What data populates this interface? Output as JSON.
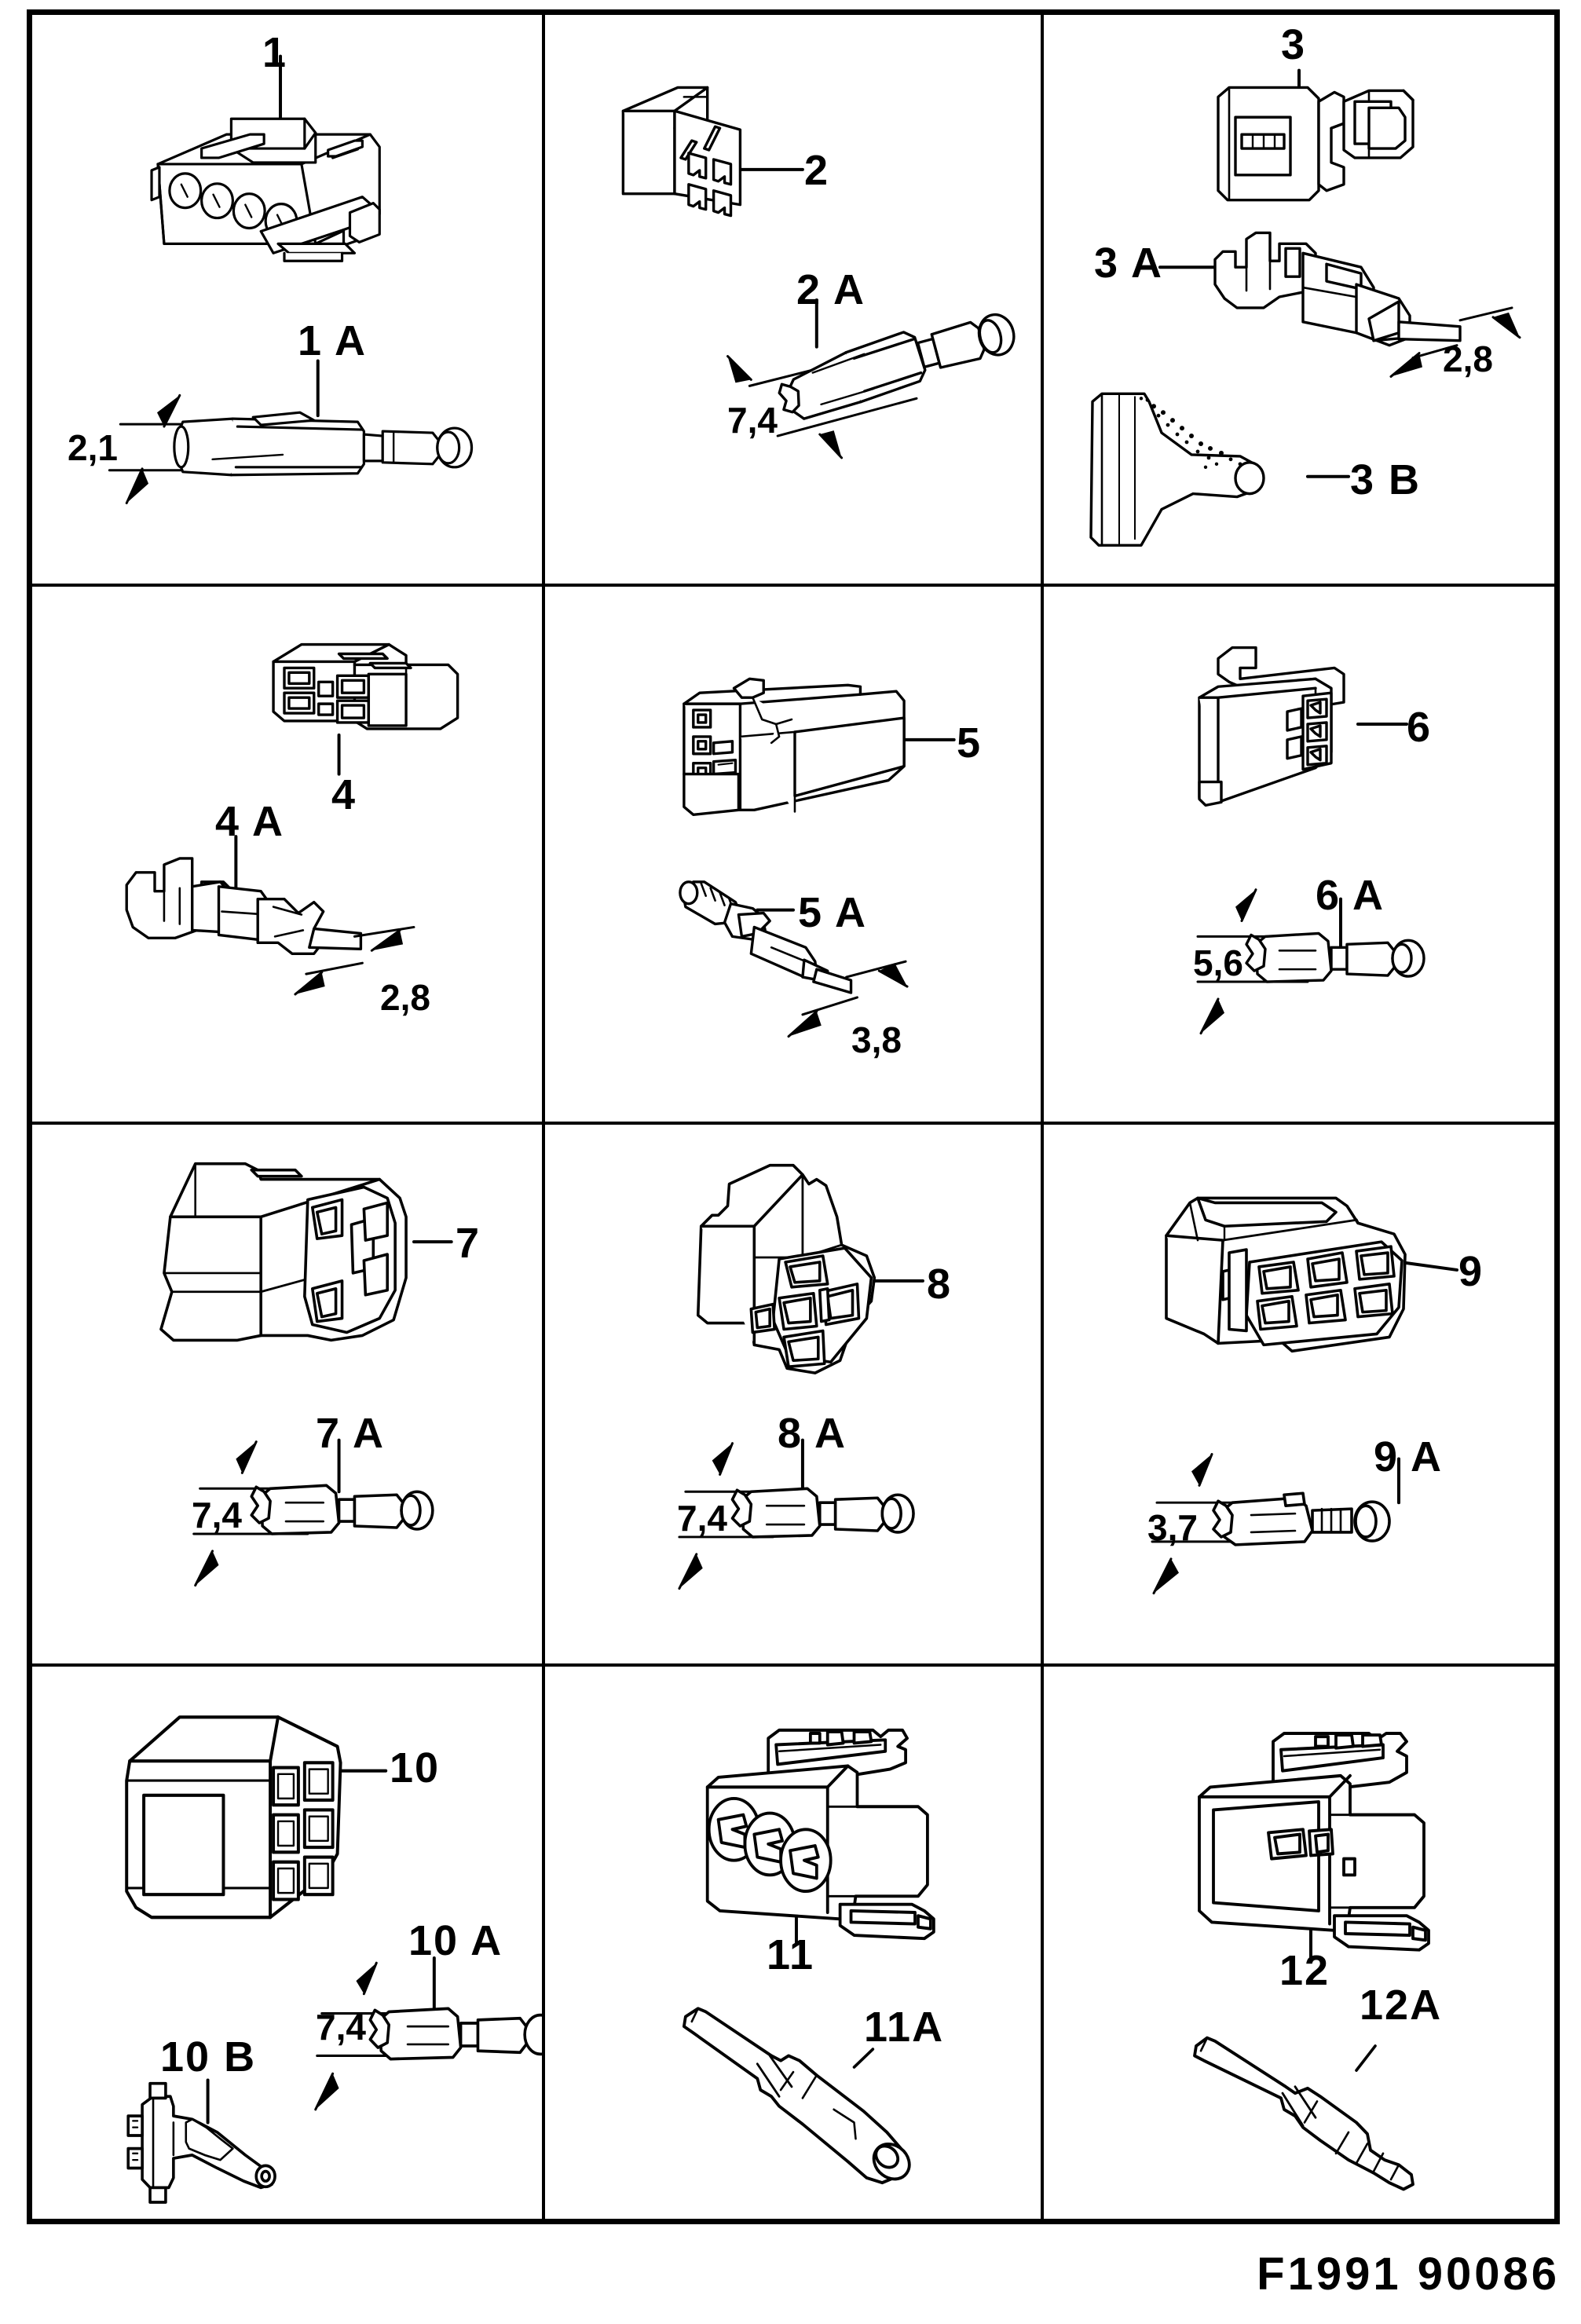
{
  "plate": {
    "footer_code": "F1991  90086",
    "columns": 3,
    "rows": 4,
    "line_color": "#000000",
    "background": "#ffffff"
  },
  "cells": [
    {
      "id": "cell-1",
      "row": 1,
      "col": 1,
      "housing": {
        "ref": "1",
        "kind": "4-way-flat-housing"
      },
      "terminals": [
        {
          "ref": "1 A",
          "kind": "pin-terminal",
          "dimension": "2,1"
        }
      ]
    },
    {
      "id": "cell-2",
      "row": 1,
      "col": 2,
      "housing": {
        "ref": "2",
        "kind": "4-way-block-housing"
      },
      "terminals": [
        {
          "ref": "2 A",
          "kind": "blade-terminal",
          "dimension": "7,4"
        }
      ]
    },
    {
      "id": "cell-3",
      "row": 1,
      "col": 3,
      "housing": {
        "ref": "3",
        "kind": "2-way-sealed-housing"
      },
      "terminals": [
        {
          "ref": "3 A",
          "kind": "socket-terminal",
          "dimension": "2,8"
        },
        {
          "ref": "3 B",
          "kind": "cable-seal-boot",
          "dimension": ""
        }
      ]
    },
    {
      "id": "cell-4",
      "row": 2,
      "col": 1,
      "housing": {
        "ref": "4",
        "kind": "6-way-housing"
      },
      "terminals": [
        {
          "ref": "4 A",
          "kind": "socket-terminal",
          "dimension": "2,8"
        }
      ]
    },
    {
      "id": "cell-5",
      "row": 2,
      "col": 2,
      "housing": {
        "ref": "5",
        "kind": "multi-way-housing"
      },
      "terminals": [
        {
          "ref": "5 A",
          "kind": "blade-terminal",
          "dimension": "3,8"
        }
      ]
    },
    {
      "id": "cell-6",
      "row": 2,
      "col": 3,
      "housing": {
        "ref": "6",
        "kind": "4-way-housing"
      },
      "terminals": [
        {
          "ref": "6 A",
          "kind": "pin-terminal",
          "dimension": "5,6"
        }
      ]
    },
    {
      "id": "cell-7",
      "row": 3,
      "col": 1,
      "housing": {
        "ref": "7",
        "kind": "4-way-ribbed-housing"
      },
      "terminals": [
        {
          "ref": "7 A",
          "kind": "pin-terminal",
          "dimension": "7,4"
        }
      ]
    },
    {
      "id": "cell-8",
      "row": 3,
      "col": 2,
      "housing": {
        "ref": "8",
        "kind": "4-way-angled-housing"
      },
      "terminals": [
        {
          "ref": "8 A",
          "kind": "pin-terminal",
          "dimension": "7,4"
        }
      ]
    },
    {
      "id": "cell-9",
      "row": 3,
      "col": 3,
      "housing": {
        "ref": "9",
        "kind": "6-way-sealed-housing"
      },
      "terminals": [
        {
          "ref": "9 A",
          "kind": "pin-terminal",
          "dimension": "3,7"
        }
      ]
    },
    {
      "id": "cell-10",
      "row": 4,
      "col": 1,
      "housing": {
        "ref": "10",
        "kind": "6-way-box-housing"
      },
      "terminals": [
        {
          "ref": "10 A",
          "kind": "pin-terminal",
          "dimension": "7,4"
        },
        {
          "ref": "10 B",
          "kind": "cable-seal-plug",
          "dimension": ""
        }
      ]
    },
    {
      "id": "cell-11",
      "row": 4,
      "col": 2,
      "housing": {
        "ref": "11",
        "kind": "3-way-round-cavity-housing"
      },
      "terminals": [
        {
          "ref": "11A",
          "kind": "insulated-socket-terminal",
          "dimension": ""
        }
      ]
    },
    {
      "id": "cell-12",
      "row": 4,
      "col": 3,
      "housing": {
        "ref": "12",
        "kind": "shroud-housing"
      },
      "terminals": [
        {
          "ref": "12A",
          "kind": "insulated-pin-terminal",
          "dimension": ""
        }
      ]
    }
  ]
}
